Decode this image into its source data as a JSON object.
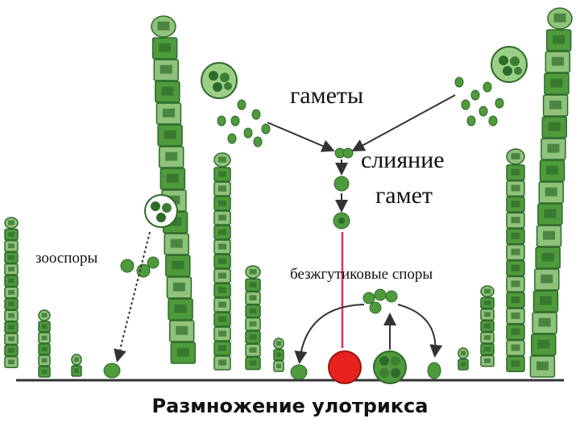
{
  "labels": {
    "gametes": "гаметы",
    "fusion_line1": "слияние",
    "fusion_line2": "гамет",
    "zoospores": "зооспоры",
    "spores": "безжгутиковые споры"
  },
  "caption": "Размножение улотрикса",
  "colors": {
    "cell_dark": "#2e6b2a",
    "cell_light": "#8fc27a",
    "cell_fill": "#4f9a3c",
    "zygote": "#e8231f",
    "arrow": "#333333",
    "fusion_line": "#d8305a",
    "ground": "#333333"
  }
}
